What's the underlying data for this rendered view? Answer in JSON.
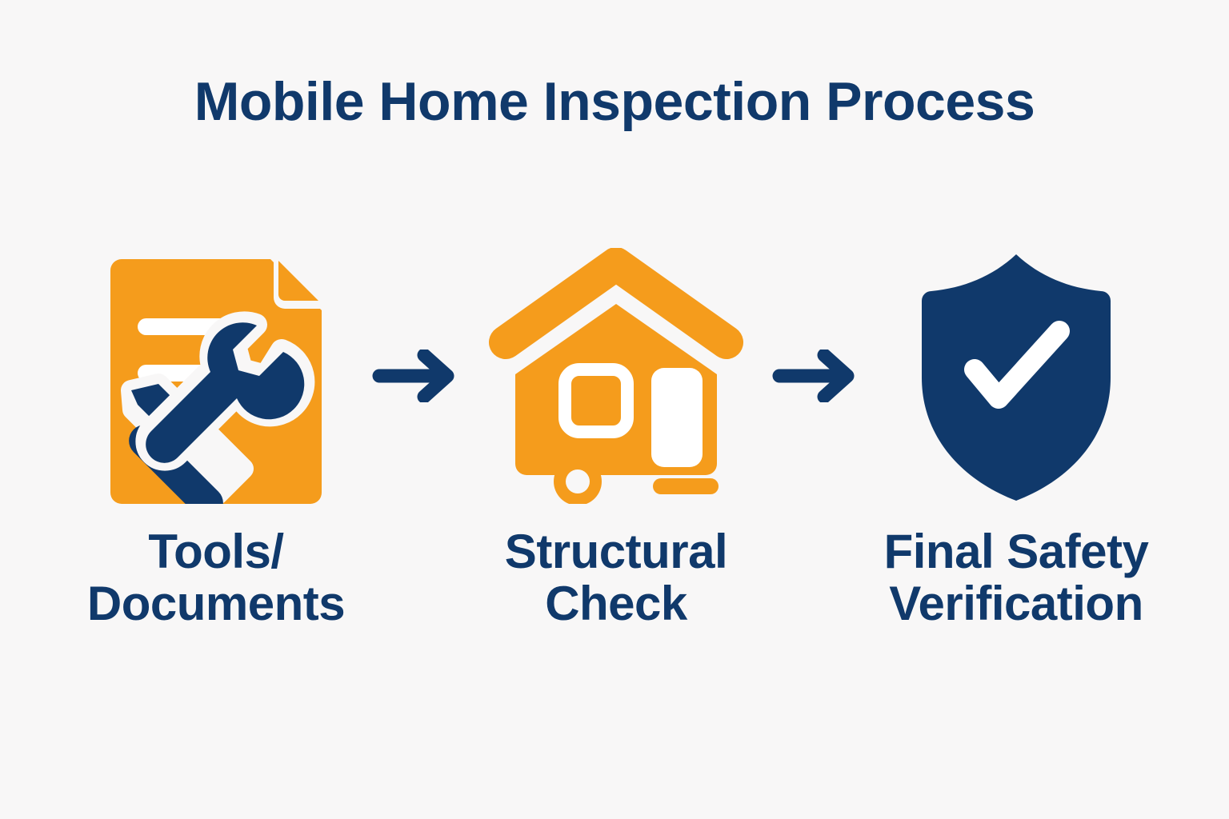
{
  "meta": {
    "background_color": "#f8f7f7",
    "navy": "#10396b",
    "orange": "#f59c1c",
    "white": "#ffffff"
  },
  "header": {
    "title": "Mobile Home Inspection Process"
  },
  "chart_data": {
    "type": "diagram",
    "diagram_kind": "horizontal-process-flow",
    "title": "Mobile Home Inspection Process",
    "step_count": 3,
    "connector": "right-arrow",
    "connector_count": 2,
    "steps": [
      {
        "order": 1,
        "label": "Tools/\nDocuments",
        "label_lines": [
          "Tools/",
          "Documents"
        ],
        "icon": "document-with-tools-icon",
        "icon_color": "#f59c1c",
        "icon_accent_color": "#10396b"
      },
      {
        "order": 2,
        "label": "Structural\nCheck",
        "label_lines": [
          "Structural",
          "Check"
        ],
        "icon": "mobile-home-icon",
        "icon_color": "#f59c1c",
        "icon_accent_color": "#ffffff"
      },
      {
        "order": 3,
        "label": "Final Safety\nVerification",
        "label_lines": [
          "Final Safety",
          "Verification"
        ],
        "icon": "shield-check-icon",
        "icon_color": "#10396b",
        "icon_accent_color": "#ffffff"
      }
    ],
    "arrows": [
      {
        "from_step": 1,
        "to_step": 2,
        "direction": "right",
        "color": "#10396b"
      },
      {
        "from_step": 2,
        "to_step": 3,
        "direction": "right",
        "color": "#10396b"
      }
    ]
  }
}
